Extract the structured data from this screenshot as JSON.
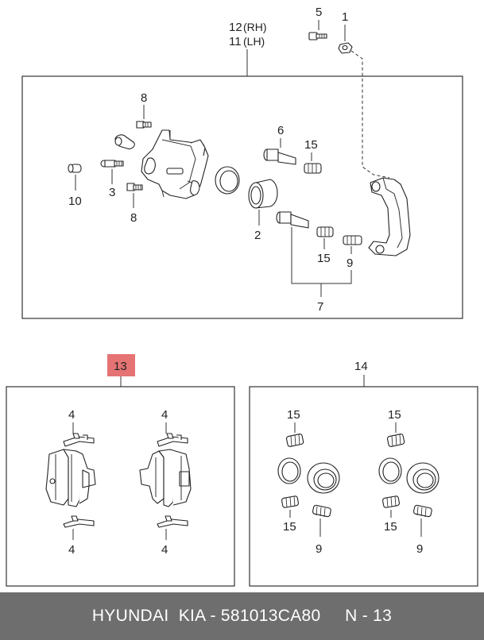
{
  "callouts": {
    "c12": "12",
    "c12_side": "(RH)",
    "c11": "11",
    "c11_side": "(LH)",
    "c5": "5",
    "c1": "1",
    "c8a": "8",
    "c6": "6",
    "c15a": "15",
    "c10": "10",
    "c3": "3",
    "c8b": "8",
    "c2": "2",
    "c15b": "15",
    "c9a": "9",
    "c7": "7",
    "c13": "13",
    "c14": "14",
    "c4a": "4",
    "c4b": "4",
    "c4c": "4",
    "c4d": "4",
    "c15c": "15",
    "c15d": "15",
    "c15e": "15",
    "c15f": "15",
    "c9b": "9",
    "c9c": "9"
  },
  "footer": {
    "text": "HYUNDAI  KIA - 581013CA80     N - 13"
  },
  "colors": {
    "highlight": "#e57373",
    "footer_bg": "#6e6e6e",
    "line": "#333333"
  }
}
